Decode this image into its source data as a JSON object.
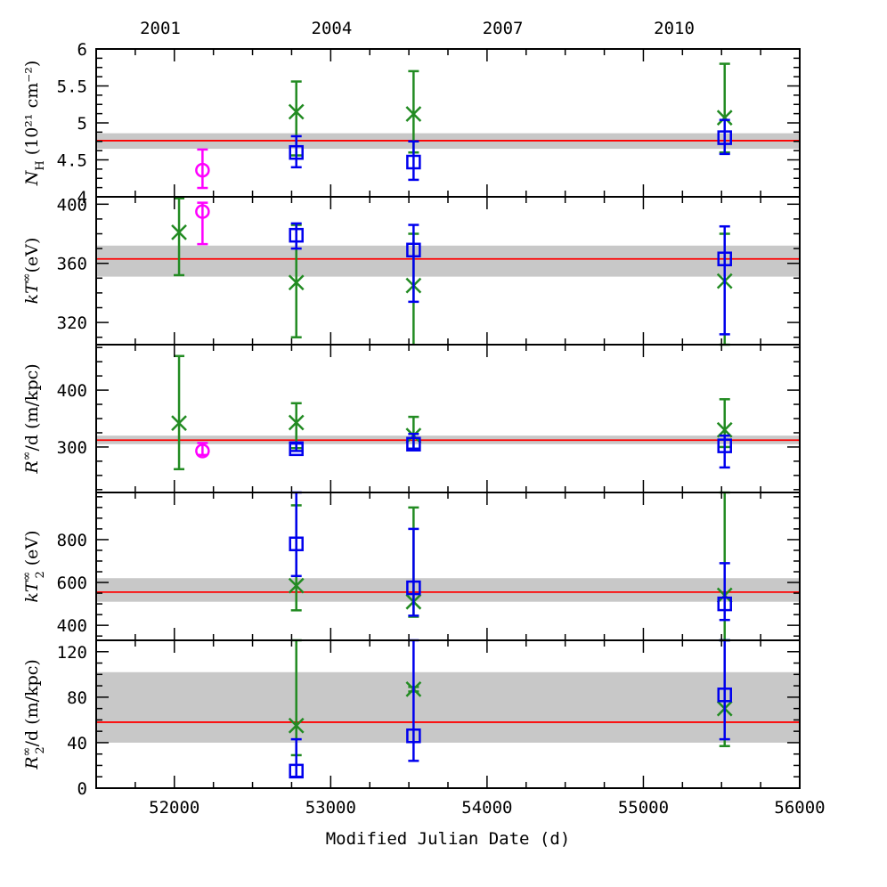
{
  "colors": {
    "green": "#228b22",
    "blue": "#0000ee",
    "magenta": "#ff00ff",
    "red": "#ff0000",
    "band": "#c8c8c8"
  },
  "chart_data": {
    "type": "scatter",
    "x_axis": {
      "label": "Modified Julian Date (d)",
      "range": [
        51500,
        56000
      ],
      "ticks": [
        52000,
        53000,
        54000,
        55000,
        56000
      ],
      "top_labels": [
        {
          "label": "2001",
          "mjd": 51910
        },
        {
          "label": "2004",
          "mjd": 53006
        },
        {
          "label": "2007",
          "mjd": 54101
        },
        {
          "label": "2010",
          "mjd": 55197
        }
      ]
    },
    "panels": [
      {
        "id": "nh",
        "ylabel_main": "N",
        "ylabel_sub": "H",
        "ylabel_rest": " (10²¹ cm⁻²)",
        "ylim": [
          4,
          6
        ],
        "ticks": [
          4,
          4.5,
          5,
          5.5,
          6
        ],
        "tick_labels": [
          "4",
          "4.5",
          "5",
          "5.5",
          "6"
        ],
        "fit": {
          "value": 4.76,
          "low": 4.65,
          "high": 4.86
        },
        "series": [
          {
            "marker": "cross",
            "color": "green",
            "points": [
              {
                "x": 52780,
                "y": 5.15,
                "lo": 4.56,
                "hi": 5.56
              },
              {
                "x": 53530,
                "y": 5.12,
                "lo": 4.6,
                "hi": 5.7
              },
              {
                "x": 55520,
                "y": 5.07,
                "lo": 4.6,
                "hi": 5.8
              }
            ]
          },
          {
            "marker": "square",
            "color": "blue",
            "points": [
              {
                "x": 52780,
                "y": 4.6,
                "lo": 4.4,
                "hi": 4.82
              },
              {
                "x": 53530,
                "y": 4.47,
                "lo": 4.23,
                "hi": 4.75
              },
              {
                "x": 55520,
                "y": 4.8,
                "lo": 4.58,
                "hi": 5.04
              }
            ]
          },
          {
            "marker": "circle",
            "color": "magenta",
            "points": [
              {
                "x": 52180,
                "y": 4.36,
                "lo": 4.12,
                "hi": 4.64
              }
            ]
          }
        ]
      },
      {
        "id": "kt",
        "ylabel_main": "kT",
        "ylabel_sup": "∞",
        "ylabel_rest": "(eV)",
        "ylim": [
          305,
          405
        ],
        "ticks": [
          320,
          360,
          400
        ],
        "tick_labels": [
          "320",
          "360",
          "400"
        ],
        "fit": {
          "value": 363,
          "low": 351,
          "high": 372
        },
        "series": [
          {
            "marker": "cross",
            "color": "green",
            "points": [
              {
                "x": 52030,
                "y": 381,
                "lo": 352,
                "hi": 404
              },
              {
                "x": 52780,
                "y": 347,
                "lo": 310,
                "hi": 386
              },
              {
                "x": 53530,
                "y": 345,
                "lo": 304,
                "hi": 380
              },
              {
                "x": 55520,
                "y": 348,
                "lo": 305,
                "hi": 380
              }
            ]
          },
          {
            "marker": "square",
            "color": "blue",
            "points": [
              {
                "x": 52780,
                "y": 379,
                "lo": 370,
                "hi": 387
              },
              {
                "x": 53530,
                "y": 369,
                "lo": 334,
                "hi": 386
              },
              {
                "x": 55520,
                "y": 363,
                "lo": 312,
                "hi": 385
              }
            ]
          },
          {
            "marker": "circle",
            "color": "magenta",
            "points": [
              {
                "x": 52180,
                "y": 395,
                "lo": 373,
                "hi": 401
              }
            ]
          }
        ]
      },
      {
        "id": "r",
        "ylabel_main": "R",
        "ylabel_sup": "∞",
        "ylabel_rest": "/d (m/kpc)",
        "ylim": [
          220,
          480
        ],
        "ticks": [
          300,
          400
        ],
        "tick_labels": [
          "300",
          "400"
        ],
        "fit": {
          "value": 312,
          "low": 305,
          "high": 320
        },
        "series": [
          {
            "marker": "cross",
            "color": "green",
            "points": [
              {
                "x": 52030,
                "y": 342,
                "lo": 261,
                "hi": 460
              },
              {
                "x": 52780,
                "y": 343,
                "lo": 298,
                "hi": 377
              },
              {
                "x": 53530,
                "y": 320,
                "lo": 297,
                "hi": 353
              },
              {
                "x": 55520,
                "y": 330,
                "lo": 300,
                "hi": 384
              }
            ]
          },
          {
            "marker": "square",
            "color": "blue",
            "points": [
              {
                "x": 52780,
                "y": 297,
                "lo": 293,
                "hi": 306
              },
              {
                "x": 53530,
                "y": 305,
                "lo": 297,
                "hi": 323
              },
              {
                "x": 55520,
                "y": 302,
                "lo": 264,
                "hi": 320
              }
            ]
          },
          {
            "marker": "circle",
            "color": "magenta",
            "points": [
              {
                "x": 52180,
                "y": 293,
                "lo": 286,
                "hi": 307
              }
            ]
          }
        ]
      },
      {
        "id": "kt2",
        "ylabel_main": "kT",
        "ylabel_sup": "∞",
        "ylabel_sub": "2",
        "ylabel_rest": " (eV)",
        "ylim": [
          330,
          1020
        ],
        "ticks": [
          400,
          600,
          800
        ],
        "tick_labels": [
          "400",
          "600",
          "800"
        ],
        "fit": {
          "value": 555,
          "low": 510,
          "high": 620
        },
        "series": [
          {
            "marker": "cross",
            "color": "green",
            "points": [
              {
                "x": 52780,
                "y": 585,
                "lo": 470,
                "hi": 960
              },
              {
                "x": 53530,
                "y": 510,
                "lo": 440,
                "hi": 950
              },
              {
                "x": 55520,
                "y": 540,
                "lo": 330,
                "hi": 1020
              }
            ]
          },
          {
            "marker": "square",
            "color": "blue",
            "points": [
              {
                "x": 52780,
                "y": 780,
                "lo": 630,
                "hi": 1020
              },
              {
                "x": 53530,
                "y": 575,
                "lo": 445,
                "hi": 850
              },
              {
                "x": 55520,
                "y": 500,
                "lo": 425,
                "hi": 690
              }
            ]
          }
        ]
      },
      {
        "id": "r2",
        "ylabel_main": "R",
        "ylabel_sup": "∞",
        "ylabel_sub": "2",
        "ylabel_rest": "/d (m/kpc)",
        "ylim": [
          0,
          130
        ],
        "ticks": [
          0,
          40,
          80,
          120
        ],
        "tick_labels": [
          "0",
          "40",
          "80",
          "120"
        ],
        "fit": {
          "value": 58,
          "low": 40,
          "high": 102
        },
        "series": [
          {
            "marker": "cross",
            "color": "green",
            "points": [
              {
                "x": 52780,
                "y": 55,
                "lo": 29,
                "hi": 130
              },
              {
                "x": 53530,
                "y": 87,
                "lo": 85,
                "hi": 89
              },
              {
                "x": 55520,
                "y": 70,
                "lo": 37,
                "hi": 130
              }
            ]
          },
          {
            "marker": "square",
            "color": "blue",
            "points": [
              {
                "x": 52780,
                "y": 15,
                "lo": 10,
                "hi": 43
              },
              {
                "x": 53530,
                "y": 46,
                "lo": 24,
                "hi": 130
              },
              {
                "x": 55520,
                "y": 82,
                "lo": 43,
                "hi": 130
              }
            ]
          }
        ]
      }
    ]
  }
}
